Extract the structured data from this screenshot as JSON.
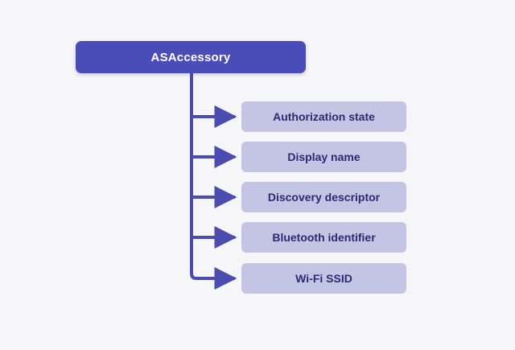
{
  "diagram": {
    "type": "tree",
    "title": "ASAccessory",
    "background_color": "#f6f5f7",
    "root": {
      "label": "ASAccessory",
      "fill_color": "#4a4cb8",
      "text_color": "#ffffff"
    },
    "connector": {
      "color": "#4a4cb0",
      "style": "orthogonal-with-arrowheads",
      "arrowhead": "solid-triangle"
    },
    "children": [
      {
        "label": "Authorization state",
        "fill_color": "#c4c5e5",
        "text_color": "#2a2a72"
      },
      {
        "label": "Display name",
        "fill_color": "#c4c5e5",
        "text_color": "#2a2a72"
      },
      {
        "label": "Discovery descriptor",
        "fill_color": "#c4c5e5",
        "text_color": "#2a2a72"
      },
      {
        "label": "Bluetooth identifier",
        "fill_color": "#c4c5e5",
        "text_color": "#2a2a72"
      },
      {
        "label": "Wi-Fi SSID",
        "fill_color": "#c4c5e5",
        "text_color": "#2a2a72"
      }
    ]
  }
}
